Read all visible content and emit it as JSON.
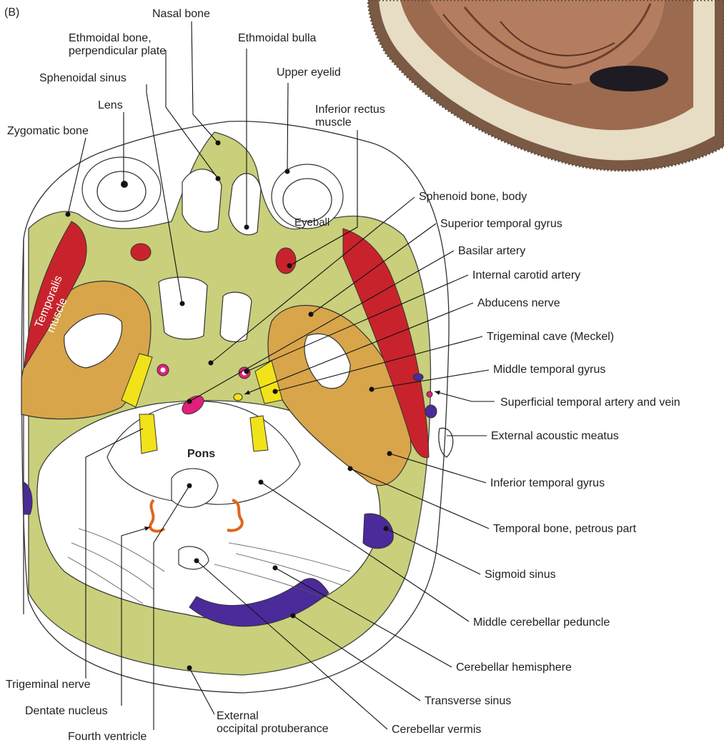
{
  "panel_letter": "(B)",
  "in_labels": {
    "eyeball": "Eyeball",
    "temporalis": "Temporalis\nmuscle",
    "pons": "Pons"
  },
  "labels": [
    {
      "id": "nasal-bone",
      "text": "Nasal bone"
    },
    {
      "id": "ethmoidal-bone",
      "text": "Ethmoidal bone,\nperpendicular plate"
    },
    {
      "id": "ethmoidal-bulla",
      "text": "Ethmoidal bulla"
    },
    {
      "id": "sphenoidal-sinus",
      "text": "Sphenoidal sinus"
    },
    {
      "id": "upper-eyelid",
      "text": "Upper eyelid"
    },
    {
      "id": "lens",
      "text": "Lens"
    },
    {
      "id": "inferior-rectus",
      "text": "Inferior rectus\nmuscle"
    },
    {
      "id": "zygomatic-bone",
      "text": "Zygomatic bone"
    },
    {
      "id": "sphenoid-body",
      "text": "Sphenoid bone, body"
    },
    {
      "id": "sup-temporal-gyrus",
      "text": "Superior temporal gyrus"
    },
    {
      "id": "basilar-artery",
      "text": "Basilar artery"
    },
    {
      "id": "internal-carotid",
      "text": "Internal carotid artery"
    },
    {
      "id": "abducens",
      "text": "Abducens nerve"
    },
    {
      "id": "trigeminal-cave",
      "text": "Trigeminal cave (Meckel)"
    },
    {
      "id": "mid-temporal-gyrus",
      "text": "Middle temporal gyrus"
    },
    {
      "id": "sup-temporal-artery",
      "text": "Superficial temporal artery and vein"
    },
    {
      "id": "ext-acoustic",
      "text": "External acoustic meatus"
    },
    {
      "id": "inf-temporal-gyrus",
      "text": "Inferior temporal gyrus"
    },
    {
      "id": "temporal-petrous",
      "text": "Temporal bone, petrous part"
    },
    {
      "id": "sigmoid-sinus",
      "text": "Sigmoid sinus"
    },
    {
      "id": "mid-cereb-peduncle",
      "text": "Middle cerebellar peduncle"
    },
    {
      "id": "cereb-hemisphere",
      "text": "Cerebellar hemisphere"
    },
    {
      "id": "transverse-sinus",
      "text": "Transverse sinus"
    },
    {
      "id": "cereb-vermis",
      "text": "Cerebellar vermis"
    },
    {
      "id": "ext-occipital",
      "text": "External\noccipital protuberance"
    },
    {
      "id": "trigeminal-nerve",
      "text": "Trigeminal nerve"
    },
    {
      "id": "dentate-nucleus",
      "text": "Dentate nucleus"
    },
    {
      "id": "fourth-ventricle",
      "text": "Fourth ventricle"
    }
  ],
  "colors": {
    "bone": "#c9cf7a",
    "gray_matter": "#d8a54a",
    "muscle": "#c8232c",
    "venous": "#4b2a9a",
    "artery": "#e0207a",
    "nerve": "#f2e21a",
    "nucleus": "#e0651c"
  }
}
